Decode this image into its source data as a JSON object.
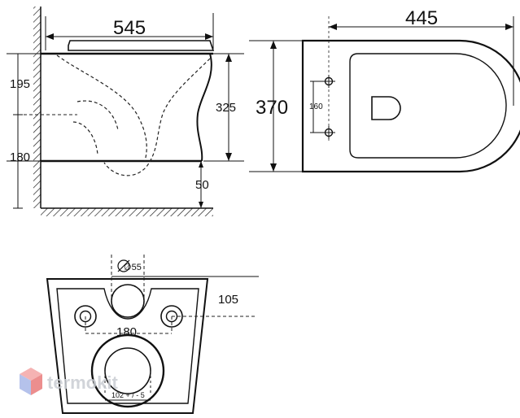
{
  "side_view": {
    "width_label": "545",
    "upper_height_label": "195",
    "lower_height_label": "180",
    "bowl_height_label": "325",
    "floor_gap_label": "50"
  },
  "top_view": {
    "length_label": "445",
    "width_label": "370",
    "bolt_spacing_label": "160"
  },
  "rear_view": {
    "outlet_diameter_label": "∅55",
    "mount_spacing_label": "180",
    "side_offset_label": "105",
    "drain_label": "102 + / - 5"
  },
  "watermark": {
    "brand_text": "termokit",
    "logo_colors": [
      "#f4a6a6",
      "#a9b8e8",
      "#e97b7b"
    ]
  }
}
